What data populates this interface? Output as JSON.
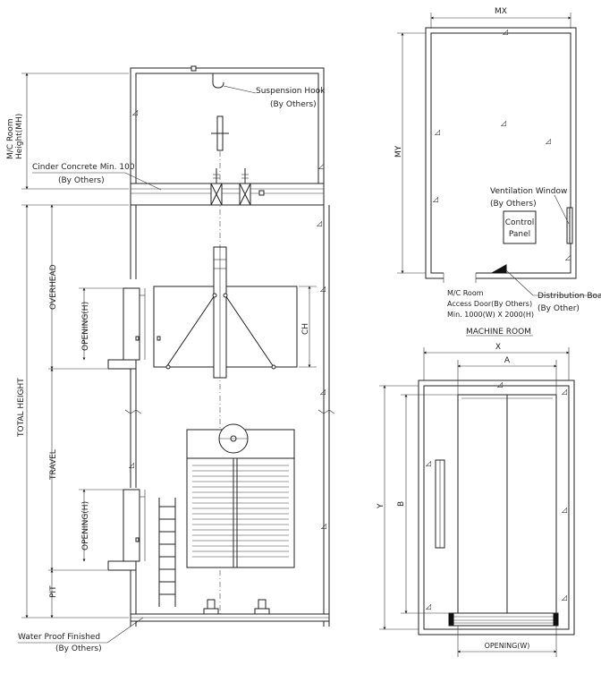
{
  "section": {
    "suspension_hook": "Suspension Hook",
    "suspension_hook_by": "(By Others)",
    "mc_room_height_1": "M/C Room",
    "mc_room_height_2": "Height(MH)",
    "cinder_concrete": "Cinder Concrete Min. 100",
    "cinder_concrete_by": "(By Others)",
    "overhead": "OVERHEAD",
    "opening_h_top": "OPENING(H)",
    "ch": "CH",
    "total_height": "TOTAL HEIGHT",
    "travel": "TRAVEL",
    "opening_h_bottom": "OPENING(H)",
    "pit": "PIT",
    "water_proof": "Water Proof Finished",
    "water_proof_by": "(By Others)"
  },
  "machine_room": {
    "mx": "MX",
    "my": "MY",
    "ventilation_window": "Ventilation Window",
    "ventilation_window_by": "(By Others)",
    "control_panel_1": "Control",
    "control_panel_2": "Panel",
    "distribution_board": "Distribution Board",
    "distribution_board_by": "(By Other)",
    "access_door_1": "M/C Room",
    "access_door_2": "Access Door(By Others)",
    "access_door_3": "Min. 1000(W) X 2000(H)",
    "title": "MACHINE ROOM"
  },
  "hoistway_plan": {
    "x": "X",
    "a": "A",
    "y": "Y",
    "b": "B",
    "opening_w": "OPENING(W)"
  }
}
